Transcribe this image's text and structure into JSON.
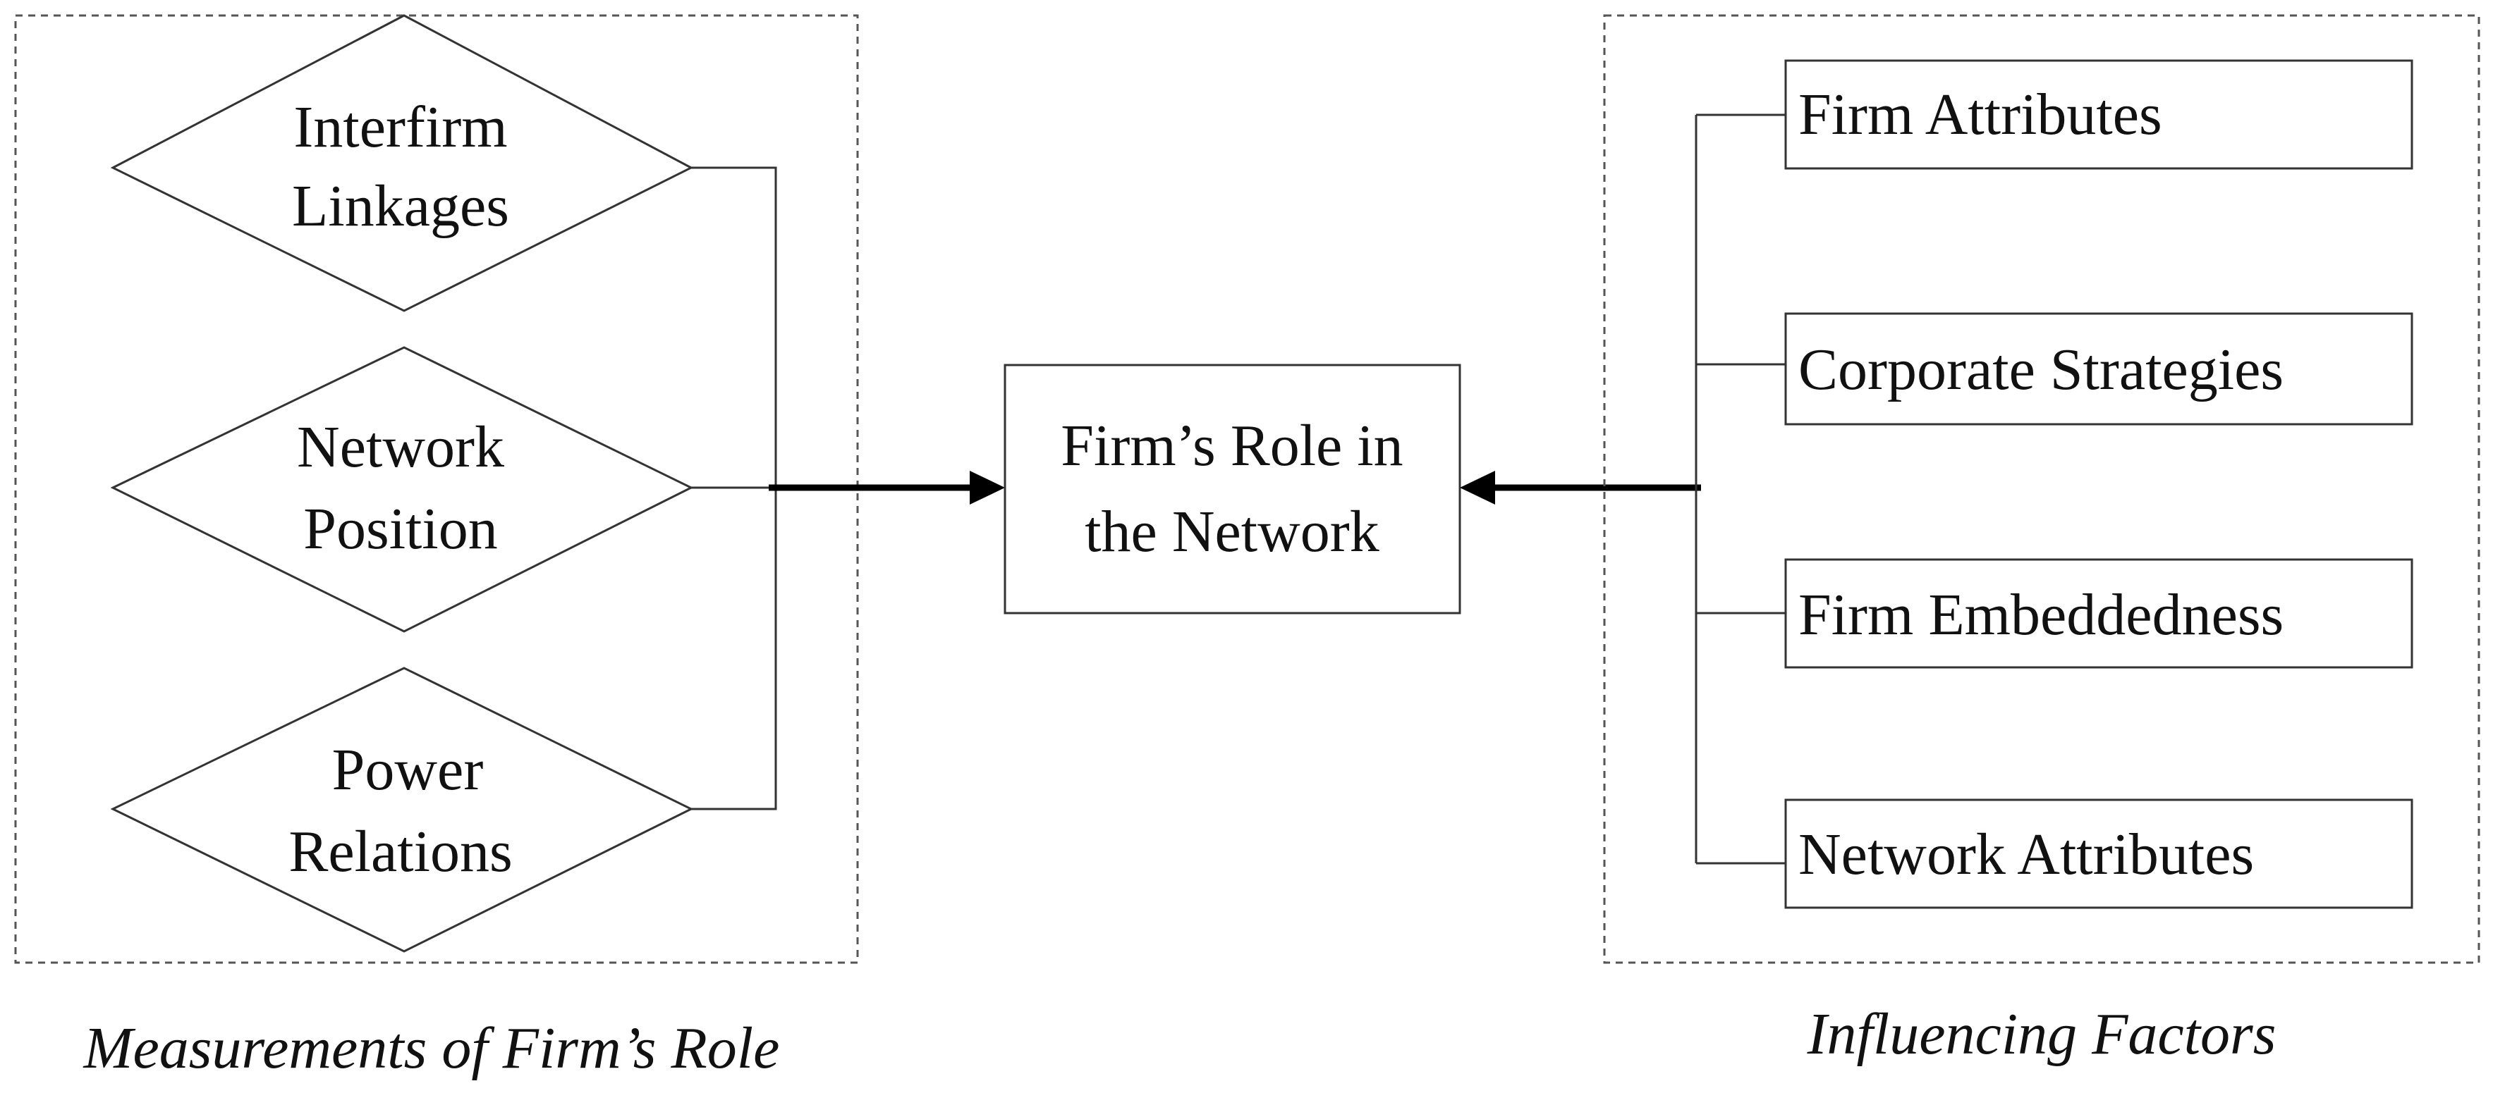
{
  "diagram": {
    "center": {
      "line1": "Firm’s Role in",
      "line2": "the Network"
    },
    "measurements": {
      "caption": "Measurements of Firm’s Role",
      "items": [
        {
          "line1": "Interfirm",
          "line2": "Linkages"
        },
        {
          "line1": "Network",
          "line2": "Position"
        },
        {
          "line1": "Power",
          "line2": "Relations"
        }
      ]
    },
    "factors": {
      "caption": "Influencing Factors",
      "items": [
        {
          "label": "Firm Attributes"
        },
        {
          "label": "Corporate Strategies"
        },
        {
          "label": "Firm Embeddedness"
        },
        {
          "label": "Network Attributes"
        }
      ]
    }
  }
}
